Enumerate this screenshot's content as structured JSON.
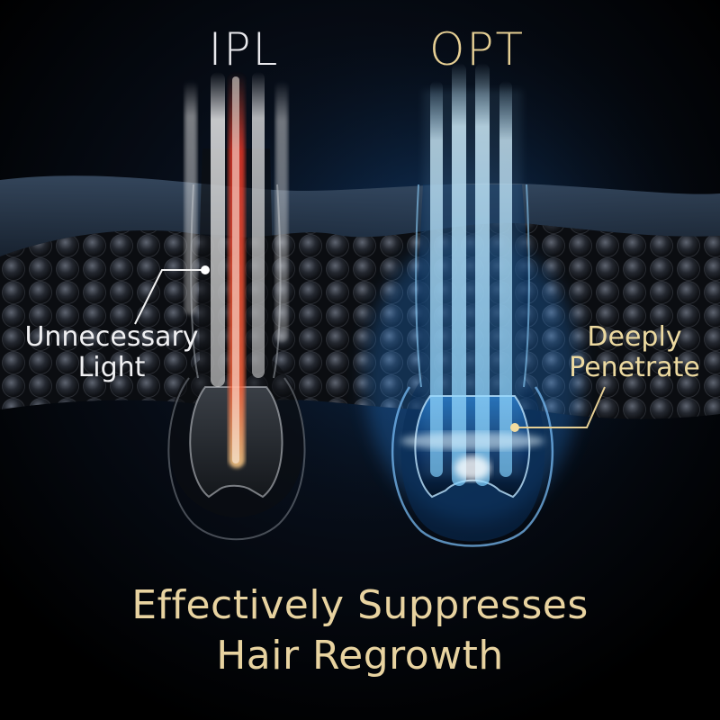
{
  "titles": {
    "left": "IPL",
    "right": "OPT"
  },
  "callouts": {
    "left": {
      "line1": "Unnecessary",
      "line2": "Light"
    },
    "right": {
      "line1": "Deeply",
      "line2": "Penetrate"
    }
  },
  "headline": {
    "line1": "Effectively Suppresses",
    "line2": "Hair Regrowth"
  },
  "colors": {
    "background": "#000000",
    "ipl_title": "#e8e8ec",
    "opt_title": "#e6cf94",
    "gold_text": "#e8d3a0",
    "opt_glow": "#8fd4ff",
    "ipl_core": "#ff6a4a"
  }
}
